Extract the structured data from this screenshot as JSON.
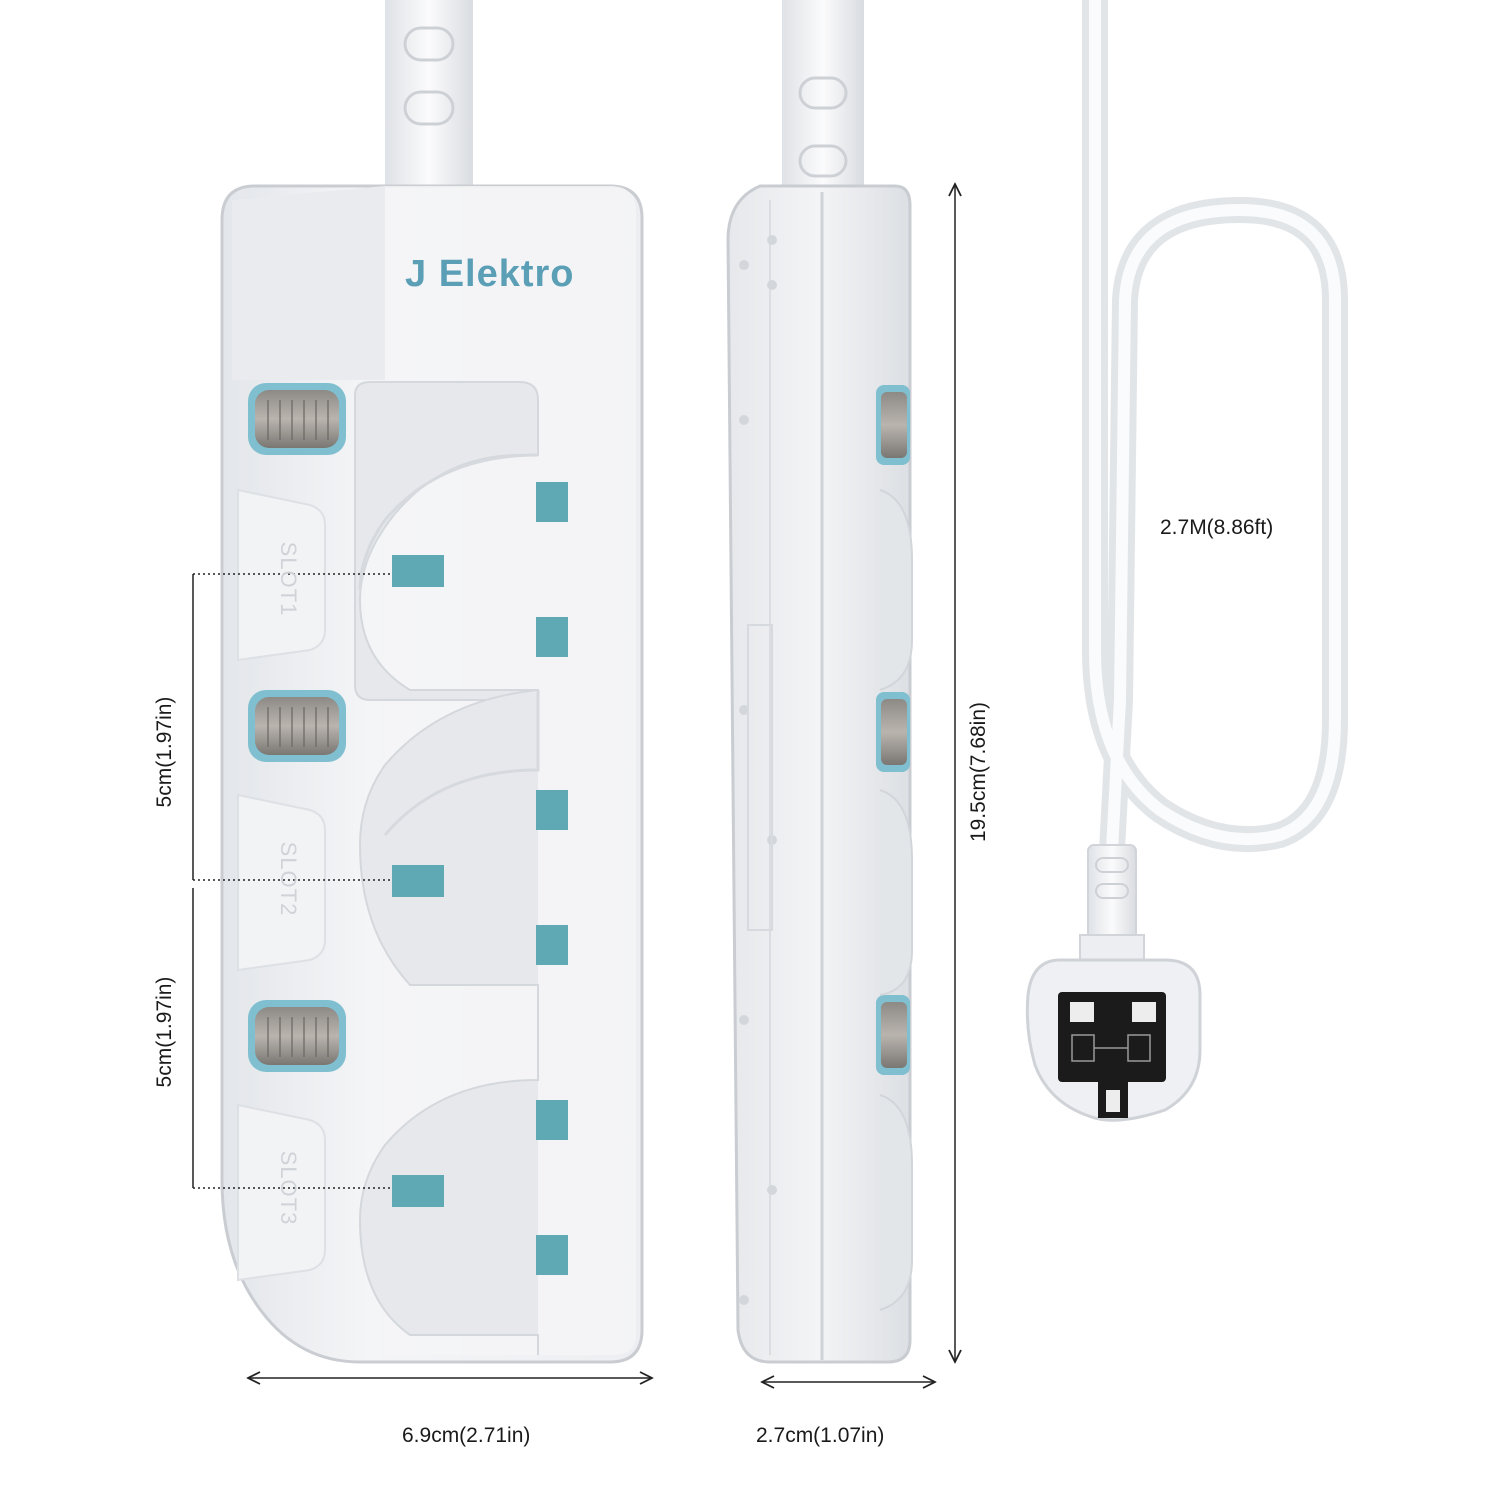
{
  "brand": {
    "name": "J Elektro",
    "color": "#5a9fb5"
  },
  "colors": {
    "body": "#eef0f3",
    "body_shade": "#dfe2e6",
    "accent": "#5fa9b4",
    "switch_ring": "#7fbfd0",
    "dim_line": "#222222"
  },
  "dimensions": {
    "width": "6.9cm(2.71in)",
    "depth": "2.7cm(1.07in)",
    "height": "19.5cm(7.68in)",
    "spacing_1": "5cm(1.97in)",
    "spacing_2": "5cm(1.97in)",
    "cable_length": "2.7M(8.86ft)"
  },
  "slots": [
    {
      "label": "SLOT1"
    },
    {
      "label": "SLOT2"
    },
    {
      "label": "SLOT3"
    }
  ],
  "icons": [
    "power-strip-front",
    "power-strip-side",
    "uk-plug",
    "rocker-switch-icon"
  ]
}
